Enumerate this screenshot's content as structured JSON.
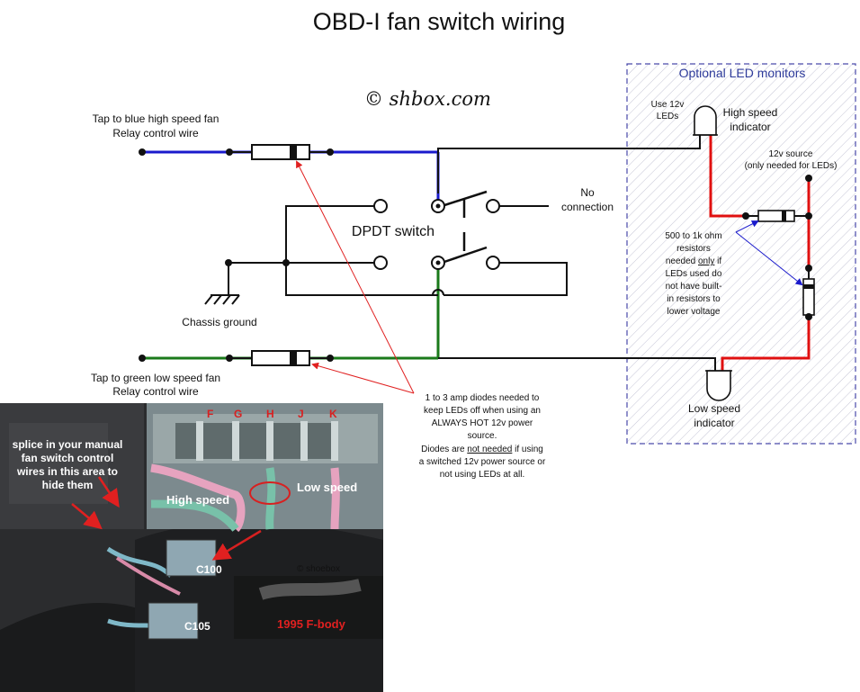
{
  "title": "OBD-I fan switch wiring",
  "copyright": "© shbox.com",
  "labels": {
    "blue_tap_1": "Tap to blue high speed fan",
    "blue_tap_2": "Relay control wire",
    "green_tap_1": "Tap to green low speed fan",
    "green_tap_2": "Relay control wire",
    "switch": "DPDT switch",
    "no_conn_1": "No",
    "no_conn_2": "connection",
    "ground": "Chassis ground",
    "optional": "Optional LED monitors",
    "use_12v_1": "Use 12v",
    "use_12v_2": "LEDs",
    "high_ind_1": "High speed",
    "high_ind_2": "indicator",
    "source_1": "12v source",
    "source_2": "(only needed for LEDs)",
    "res_1": "500 to 1k ohm",
    "res_2": "resistors",
    "res_3a": "needed ",
    "res_3b": "only",
    "res_3c": " if",
    "res_4": "LEDs used do",
    "res_5": "not have built-",
    "res_6": "in resistors to",
    "res_7": "lower voltage",
    "low_ind_1": "Low speed",
    "low_ind_2": "indicator",
    "diode_1": "1 to 3 amp diodes needed to",
    "diode_2": "keep LEDs off when using an",
    "diode_3": "ALWAYS HOT 12v power",
    "diode_4": "source.",
    "diode_5a": "Diodes are ",
    "diode_5b": "not needed",
    "diode_5c": " if using",
    "diode_6": "a switched 12v power source or",
    "diode_7": "not using LEDs at all."
  },
  "photo": {
    "splice_1": "splice in your manual",
    "splice_2": "fan switch control",
    "splice_3": "wires in this area to",
    "splice_4": "hide them",
    "pins": [
      "F",
      "G",
      "H",
      "J",
      "K"
    ],
    "high": "High speed",
    "low": "Low speed",
    "c100": "C100",
    "c105": "C105",
    "copy": "© shoebox",
    "body": "1995 F-body"
  },
  "colors": {
    "blue_wire": "#1a1acc",
    "green_wire": "#1a7a1a",
    "red_wire": "#e01010",
    "black_wire": "#111111",
    "pointer": "#e02020",
    "led_pointer": "#1a1acc",
    "dashed_box": "#4a4aaa"
  }
}
